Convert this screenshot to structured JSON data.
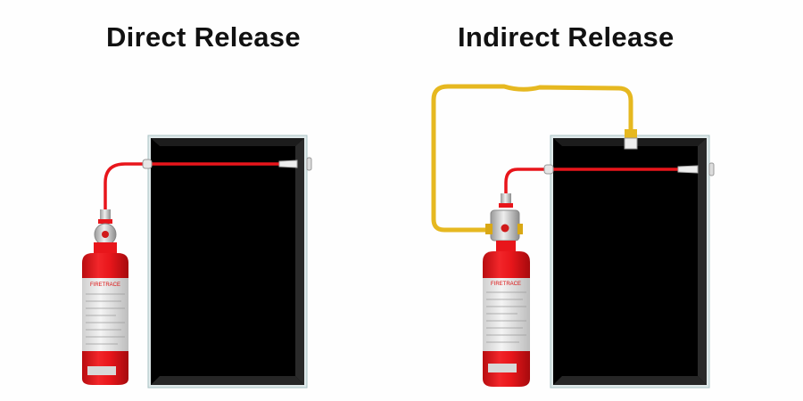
{
  "panels": [
    {
      "title": "Direct Release",
      "cylinder_label": "FIRETRACE",
      "tube_color": "#e8151b",
      "cylinder_color": "#e8161b",
      "enclosure_color": "#000000"
    },
    {
      "title": "Indirect Release",
      "cylinder_label": "FIRETRACE",
      "tube_color": "#e8151b",
      "discharge_hose_color": "#e6b820",
      "cylinder_color": "#e8161b",
      "enclosure_color": "#000000"
    }
  ]
}
